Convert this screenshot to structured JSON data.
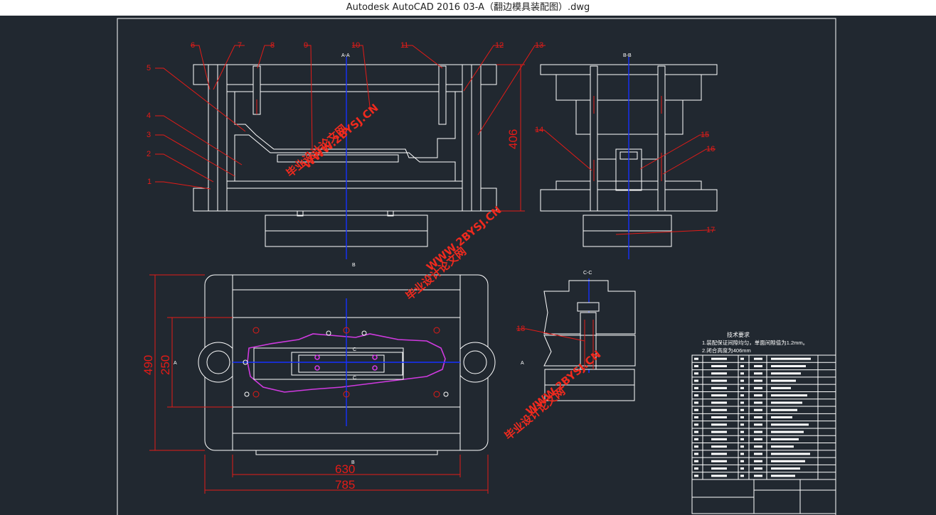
{
  "window": {
    "title": "Autodesk AutoCAD 2016    03-A（翻边模具装配图）.dwg"
  },
  "views": {
    "section_aa": "A-A",
    "section_bb": "B-B",
    "section_cc": "C-C",
    "marker_a": "A",
    "marker_b": "B",
    "marker_c": "C"
  },
  "part_numbers": [
    "1",
    "2",
    "3",
    "4",
    "5",
    "6",
    "7",
    "8",
    "9",
    "10",
    "11",
    "12",
    "13",
    "14",
    "15",
    "16",
    "17",
    "18"
  ],
  "dimensions": {
    "height": "406",
    "total_height": "490",
    "inner_height": "250",
    "inner_width": "630",
    "total_width": "785"
  },
  "notes": {
    "title": "技术要求",
    "line1": "1.装配保证间隙均匀，单面间隙值为1.2mm。",
    "line2": "2.闭合高度为406mm"
  },
  "watermarks": {
    "text_cn": "毕业设计论文网",
    "text_url": "WWW.2BYSJ.CN"
  },
  "colors": {
    "background": "#212830",
    "line": "#ffffff",
    "dimension": "#e41b17",
    "centerline": "#1530ff",
    "profile": "#d03ae0"
  }
}
